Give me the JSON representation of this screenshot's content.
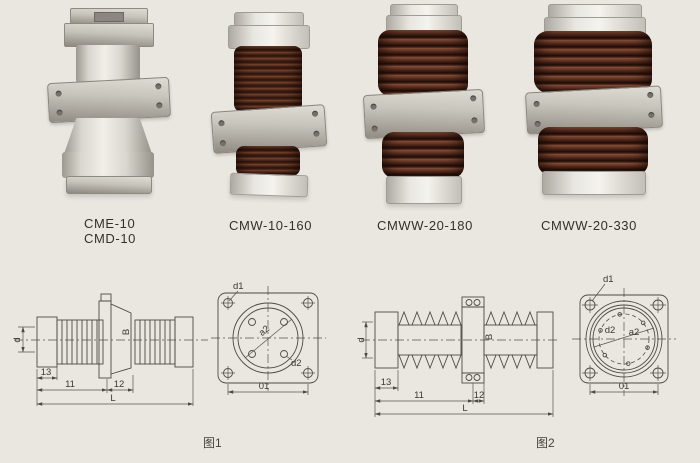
{
  "page": {
    "background": "#eae7e1"
  },
  "products": [
    {
      "labels": [
        "CME-10",
        "CMD-10"
      ]
    },
    {
      "labels": [
        "CMW-10-160"
      ]
    },
    {
      "labels": [
        "CMWW-20-180"
      ]
    },
    {
      "labels": [
        "CMWW-20-330"
      ]
    }
  ],
  "figure1": {
    "caption": "图1",
    "dims": {
      "d": "d",
      "B": "B",
      "l1": "11",
      "l2": "12",
      "l3": "13",
      "L": "L",
      "d1": "d1",
      "d2": "d2",
      "a2": "a2",
      "D1": "01"
    }
  },
  "figure2": {
    "caption": "图2",
    "dims": {
      "d": "d",
      "B": "B",
      "l1": "11",
      "l2": "12",
      "l3": "13",
      "L": "L",
      "d1": "d1",
      "d2": "d2",
      "a2": "a2",
      "D1": "01"
    }
  }
}
